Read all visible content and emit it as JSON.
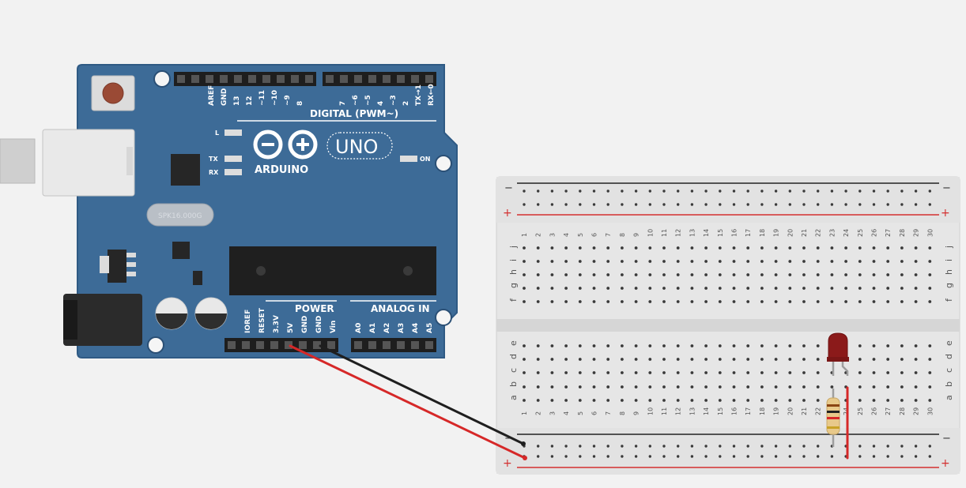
{
  "colors": {
    "canvas_bg": "#f2f2f2",
    "board_blue": "#3d6b97",
    "board_edge": "#2f5a84",
    "header_black": "#1e1e1e",
    "breadboard": "#e6e6e6",
    "rail_red": "#d32f2f",
    "rail_black": "#222222",
    "wire_red": "#d62828",
    "wire_black": "#1f1f1f",
    "led_red": "#8b1a1a",
    "resistor_body": "#e8c98a"
  },
  "arduino": {
    "brand": "ARDUINO",
    "model": "UNO",
    "digital_label": "DIGITAL (PWM~)",
    "power_label": "POWER",
    "analog_label": "ANALOG IN",
    "crystal": "SPK16.000G",
    "led_l": "L",
    "led_tx": "TX",
    "led_rx": "RX",
    "led_on": "ON",
    "digital_pins_left": [
      "AREF",
      "GND",
      "13",
      "12",
      "~11",
      "~10",
      "~9",
      "8"
    ],
    "digital_pins_right": [
      "7",
      "~6",
      "~5",
      "4",
      "~3",
      "2",
      "TX→1",
      "RX←0"
    ],
    "power_pins": [
      "IOREF",
      "RESET",
      "3.3V",
      "5V",
      "GND",
      "GND",
      "Vin"
    ],
    "analog_pins": [
      "A0",
      "A1",
      "A2",
      "A3",
      "A4",
      "A5"
    ]
  },
  "breadboard": {
    "columns": [
      "1",
      "2",
      "3",
      "4",
      "5",
      "6",
      "7",
      "8",
      "9",
      "10",
      "11",
      "12",
      "13",
      "14",
      "15",
      "16",
      "17",
      "18",
      "19",
      "20",
      "21",
      "22",
      "23",
      "24",
      "25",
      "26",
      "27",
      "28",
      "29",
      "30"
    ],
    "rows_top": [
      "j",
      "i",
      "h",
      "g",
      "f"
    ],
    "rows_bottom": [
      "e",
      "d",
      "c",
      "b",
      "a"
    ],
    "rail_minus": "−",
    "rail_plus": "+"
  }
}
